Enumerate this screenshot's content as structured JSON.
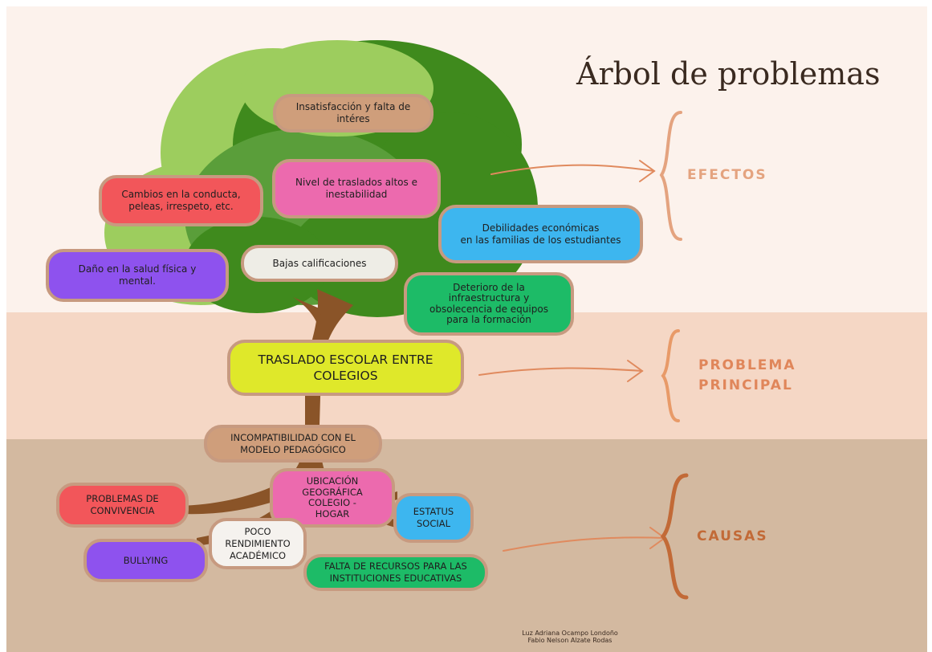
{
  "title": "Árbol de problemas",
  "labels": {
    "efectos": "EFECTOS",
    "problema_line1": "PROBLEMA",
    "problema_line2": "PRINCIPAL",
    "causas": "CAUSAS"
  },
  "effects": {
    "insatisfaccion": [
      "Insatisfacción y falta de",
      "intéres"
    ],
    "nivel_traslados": [
      "Nivel de traslados altos e",
      "inestabilidad"
    ],
    "cambios_conducta": [
      "Cambios en la conducta,",
      "peleas, irrespeto, etc."
    ],
    "debilidades": [
      "Debilidades económicas",
      "en las familias de los estudiantes"
    ],
    "dano_salud": [
      "Daño en la salud física y",
      "mental."
    ],
    "bajas_calificaciones": [
      "Bajas calificaciones"
    ],
    "deterioro": [
      "Deterioro de la",
      "infraestructura y",
      "obsolecencia de equipos",
      "para la formación"
    ]
  },
  "main_problem": [
    "TRASLADO ESCOLAR ENTRE",
    "COLEGIOS"
  ],
  "causes": {
    "incompatibilidad": [
      "INCOMPATIBILIDAD CON EL",
      "MODELO PEDAGÓGICO"
    ],
    "problemas_convivencia": [
      "PROBLEMAS DE",
      "CONVIVENCIA"
    ],
    "ubicacion": [
      "UBICACIÓN",
      "GEOGRÁFICA",
      "COLEGIO -",
      "HOGAR"
    ],
    "estatus": [
      "ESTATUS",
      "SOCIAL"
    ],
    "poco_rendimiento": [
      "POCO",
      "RENDIMIENTO",
      "ACADÉMICO"
    ],
    "bullying": [
      "BULLYING"
    ],
    "falta_recursos": [
      "FALTA DE RECURSOS PARA LAS",
      "INSTITUCIONES EDUCATIVAS"
    ]
  },
  "credits": [
    "Luz Adriana Ocampo Londoño",
    "Fabio Nelson Alzate Rodas"
  ],
  "colors": {
    "band_top": "#fcf2ec",
    "band_mid": "#f5d7c5",
    "band_bottom": "#d3b9a0",
    "accent_text": "#e0865a",
    "arrow": "#e08a5e",
    "trunk": "#8a5428"
  }
}
